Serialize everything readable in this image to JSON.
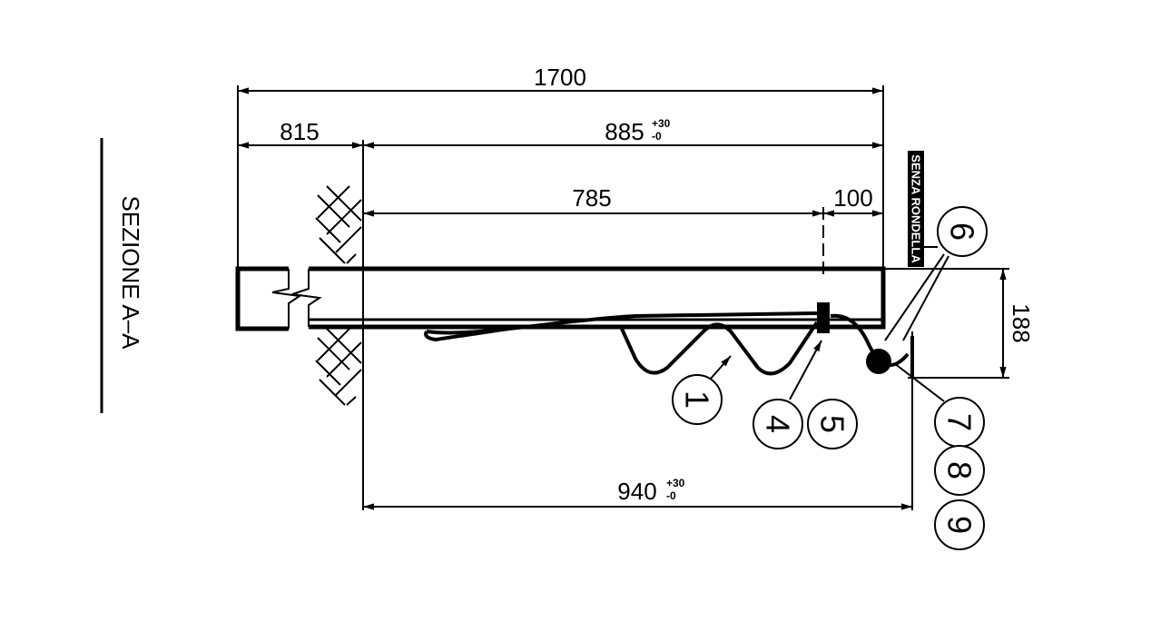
{
  "title": "SEZIONE A–A",
  "dimensions": {
    "overall": "1700",
    "left": "815",
    "right": "885",
    "right_tol_plus": "+30",
    "right_tol_minus": "-0",
    "inner": "785",
    "offset": "100",
    "height": "188",
    "bottom": "940",
    "bottom_tol_plus": "+30",
    "bottom_tol_minus": "-0"
  },
  "note": "SENZA RONDELLA",
  "balloons": [
    "1",
    "4",
    "5",
    "6",
    "7",
    "8",
    "9"
  ],
  "colors": {
    "ink": "#000000",
    "paper": "#ffffff"
  }
}
